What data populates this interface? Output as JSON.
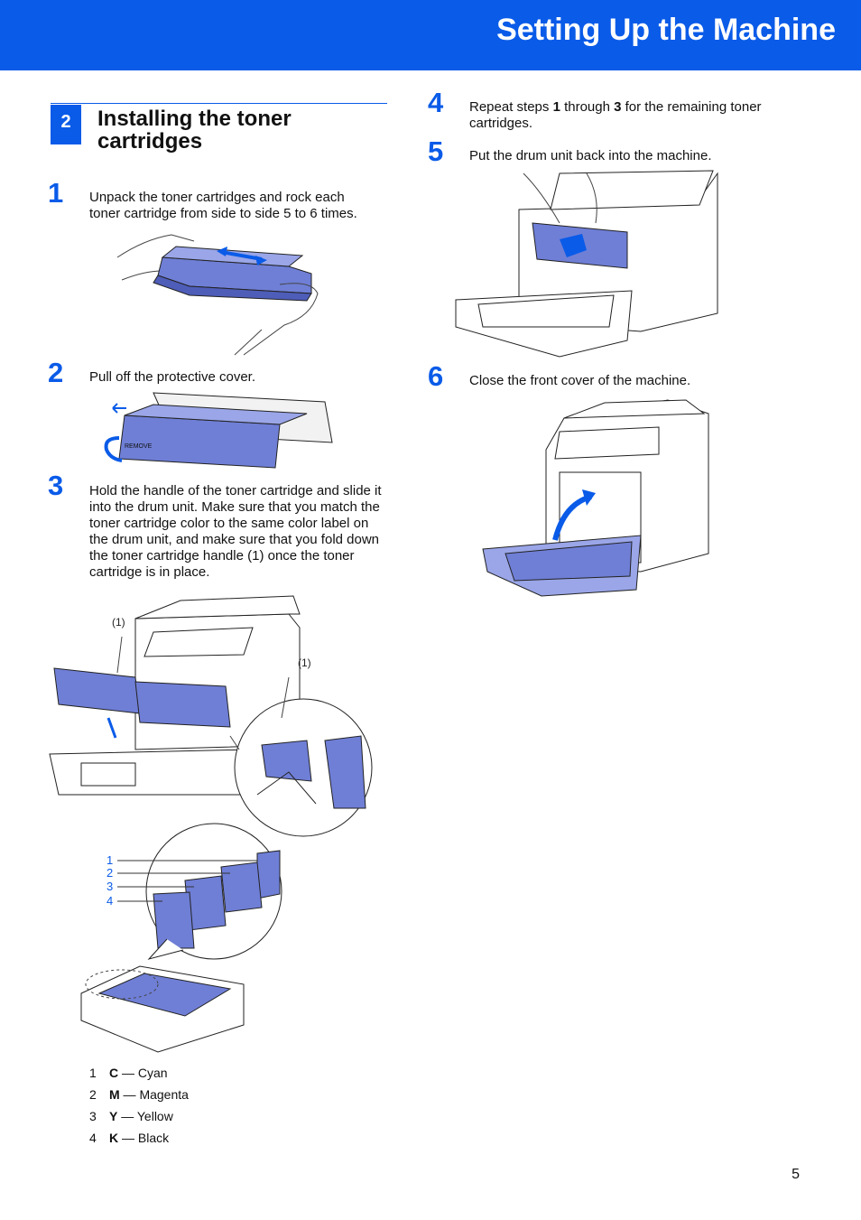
{
  "header": {
    "title": "Setting Up the Machine"
  },
  "section": {
    "number": "2",
    "title": "Installing the toner cartridges"
  },
  "steps": [
    {
      "num": "1",
      "text": "Unpack the toner cartridges and rock each toner cartridge from side to side 5 to 6 times."
    },
    {
      "num": "2",
      "text": "Pull off the protective cover."
    },
    {
      "num": "3",
      "text": "Hold the handle of the toner cartridge and slide it into the drum unit. Make sure that you match the toner cartridge color to the same color label on the drum unit, and make sure that you fold down the toner cartridge handle (1) once the toner cartridge is in place."
    },
    {
      "num": "4",
      "pre": "Repeat steps ",
      "b1": "1",
      "mid": " through ",
      "b2": "3",
      "post": " for the remaining toner cartridges."
    },
    {
      "num": "5",
      "text": "Put the drum unit back into the machine."
    },
    {
      "num": "6",
      "text": "Close the front cover of the machine."
    }
  ],
  "callouts": {
    "handle_a": "(1)",
    "handle_b": "(1)",
    "c1": "1",
    "c2": "2",
    "c3": "3",
    "c4": "4"
  },
  "cover_label": "REMOVE",
  "legend": [
    {
      "n": "1",
      "code": "C",
      "name": " — Cyan"
    },
    {
      "n": "2",
      "code": "M",
      "name": " — Magenta"
    },
    {
      "n": "3",
      "code": "Y",
      "name": " — Yellow"
    },
    {
      "n": "4",
      "code": "K",
      "name": " — Black"
    }
  ],
  "page_number": "5",
  "colors": {
    "brand_blue": "#0a5be8",
    "illustration_blue": "#6f7fd6"
  },
  "icons": [
    "printer-illustration",
    "toner-cartridge-illustration",
    "drum-unit-illustration",
    "arrow-icon"
  ]
}
